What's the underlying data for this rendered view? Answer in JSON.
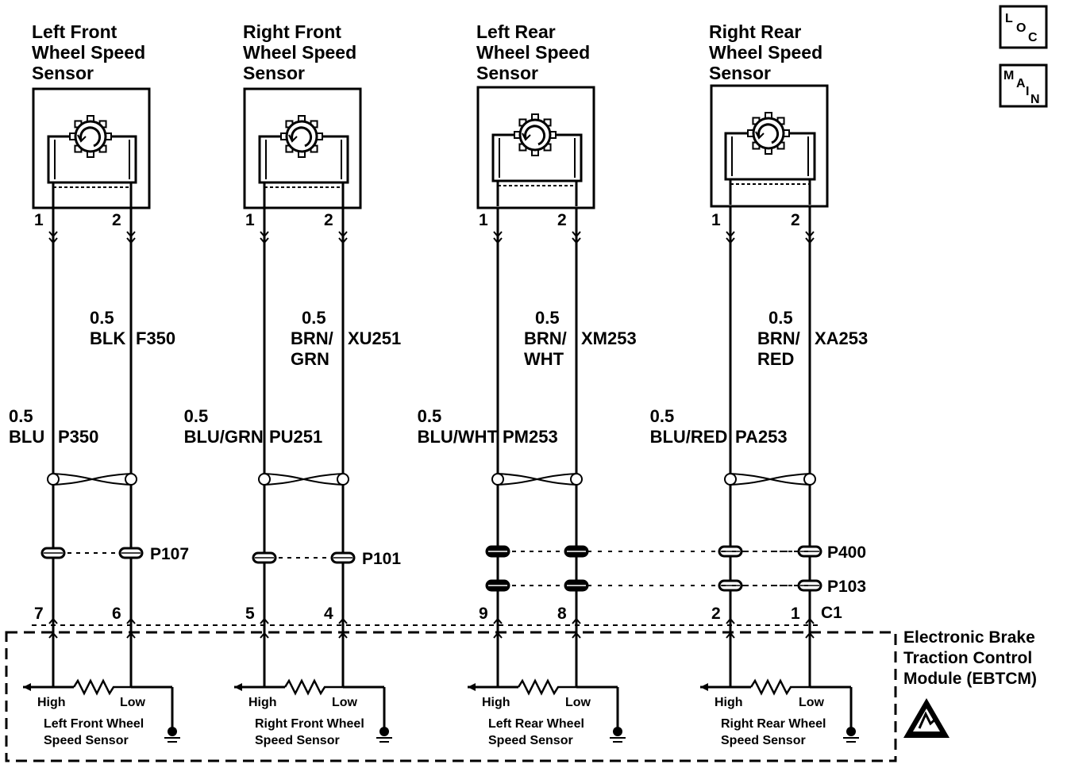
{
  "nav": {
    "loc": {
      "l1": "L",
      "l2": "O",
      "l3": "C"
    },
    "main": {
      "l1": "M",
      "l2": "A",
      "l3": "I",
      "l4": "N"
    }
  },
  "sensors": [
    {
      "title": [
        "Left Front",
        "Wheel Speed",
        "Sensor"
      ],
      "pin1": "1",
      "pin2": "2",
      "wire2": [
        "0.5",
        "BLK"
      ],
      "circuit2": "F350",
      "wire1": [
        "0.5",
        "BLU"
      ],
      "circuit1": "P350",
      "connector": "P107",
      "ecu_pin1": "7",
      "ecu_pin2": "6",
      "high": "High",
      "low": "Low",
      "ecu_name": [
        "Left Front Wheel",
        "Speed Sensor"
      ]
    },
    {
      "title": [
        "Right Front",
        "Wheel Speed",
        "Sensor"
      ],
      "pin1": "1",
      "pin2": "2",
      "wire2": [
        "0.5",
        "BRN/",
        "GRN"
      ],
      "circuit2": "XU251",
      "wire1": [
        "0.5",
        "BLU/GRN"
      ],
      "circuit1": "PU251",
      "connector": "P101",
      "ecu_pin1": "5",
      "ecu_pin2": "4",
      "high": "High",
      "low": "Low",
      "ecu_name": [
        "Right Front Wheel",
        "Speed Sensor"
      ]
    },
    {
      "title": [
        "Left Rear",
        "Wheel Speed",
        "Sensor"
      ],
      "pin1": "1",
      "pin2": "2",
      "wire2": [
        "0.5",
        "BRN/",
        "WHT"
      ],
      "circuit2": "XM253",
      "wire1": [
        "0.5",
        "BLU/WHT"
      ],
      "circuit1": "PM253",
      "ecu_pin1": "9",
      "ecu_pin2": "8",
      "high": "High",
      "low": "Low",
      "ecu_name": [
        "Left Rear Wheel",
        "Speed Sensor"
      ]
    },
    {
      "title": [
        "Right Rear",
        "Wheel Speed",
        "Sensor"
      ],
      "pin1": "1",
      "pin2": "2",
      "wire2": [
        "0.5",
        "BRN/",
        "RED"
      ],
      "circuit2": "XA253",
      "wire1": [
        "0.5",
        "BLU/RED"
      ],
      "circuit1": "PA253",
      "ecu_pin1": "2",
      "ecu_pin2": "1",
      "high": "High",
      "low": "Low",
      "ecu_name": [
        "Right Rear Wheel",
        "Speed Sensor"
      ]
    }
  ],
  "rear_connectors": {
    "upper": "P400",
    "lower": "P103"
  },
  "module_connector": "C1",
  "module": [
    "Electronic Brake",
    "Traction Control",
    "Module (EBTCM)"
  ]
}
